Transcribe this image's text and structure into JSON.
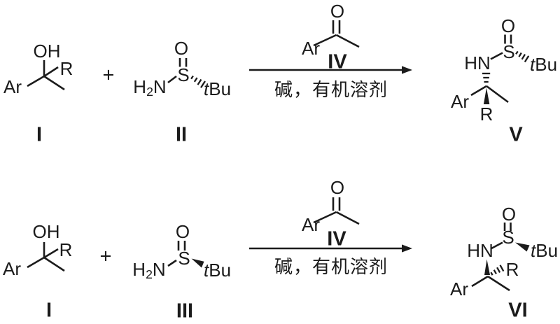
{
  "colors": {
    "ink": "#1b1b1b",
    "background": "#ffffff"
  },
  "top_row": {
    "reactant_alcohol": {
      "oh": "OH",
      "ar": "Ar",
      "r": "R",
      "label": "I"
    },
    "plus": "+",
    "reactant_sulfinamide": {
      "h": "H",
      "h_sub": "2",
      "n": "N",
      "s": "S",
      "o": "O",
      "tbu_italic": "t",
      "tbu_rest": "Bu",
      "label": "II"
    },
    "reagent_ketone": {
      "o": "O",
      "ar": "Ar",
      "label": "IV"
    },
    "conditions": "碱，有机溶剂",
    "product_sulfinamide": {
      "hn": "HN",
      "s": "S",
      "o": "O",
      "tbu_italic": "t",
      "tbu_rest": "Bu",
      "ar": "Ar",
      "r": "R",
      "label": "V"
    }
  },
  "bottom_row": {
    "reactant_alcohol": {
      "oh": "OH",
      "ar": "Ar",
      "r": "R",
      "label": "I"
    },
    "plus": "+",
    "reactant_sulfinamide": {
      "h": "H",
      "h_sub": "2",
      "n": "N",
      "s": "S",
      "o": "O",
      "tbu_italic": "t",
      "tbu_rest": "Bu",
      "label": "III"
    },
    "reagent_ketone": {
      "o": "O",
      "ar": "Ar",
      "label": "IV"
    },
    "conditions": "碱，有机溶剂",
    "product_sulfinamide": {
      "hn": "HN",
      "s": "S",
      "o": "O",
      "tbu_italic": "t",
      "tbu_rest": "Bu",
      "ar": "Ar",
      "r": "R",
      "label": "VI"
    }
  }
}
